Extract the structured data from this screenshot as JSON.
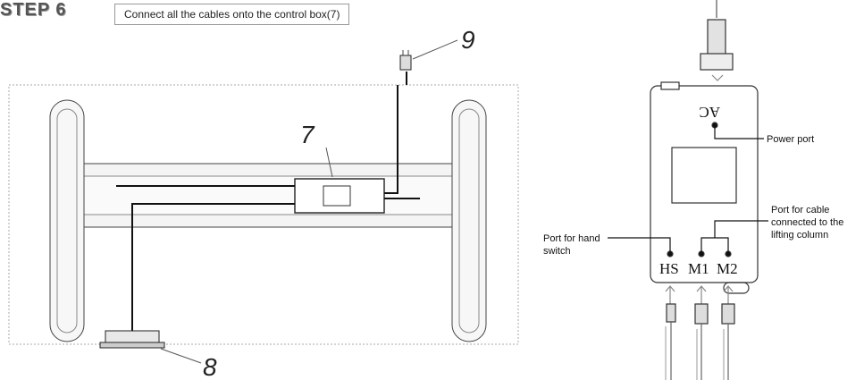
{
  "step": {
    "title": "STEP 6",
    "instruction": "Connect all the cables onto the control box(7)"
  },
  "callouts": {
    "control_box": "7",
    "hand_switch": "8",
    "power_cable": "9"
  },
  "box_detail": {
    "ac_label": "AC",
    "ports": {
      "hs": "HS",
      "m1": "M1",
      "m2": "M2"
    },
    "labels": {
      "power_port": "Power port",
      "hand_switch_port": [
        "Port for hand",
        "switch"
      ],
      "lifting_column_port": [
        "Port for cable",
        "connected to the",
        "lifting column"
      ]
    }
  }
}
